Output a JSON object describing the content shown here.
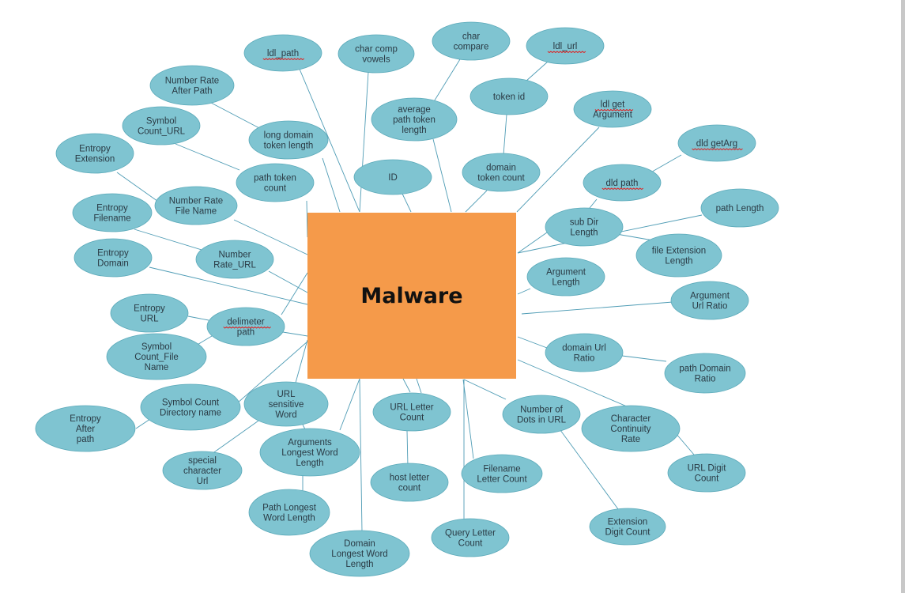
{
  "center": {
    "label": "Malware"
  },
  "colors": {
    "center_fill": "#f59a4a",
    "node_fill": "#7fc4d1",
    "node_stroke": "#5aa9b9",
    "edge": "#4f9cb5"
  },
  "nodes": [
    {
      "id": "ldl_path",
      "lines": [
        "ldl_path"
      ]
    },
    {
      "id": "char_comp_vowels",
      "lines": [
        "char comp",
        "vowels"
      ]
    },
    {
      "id": "char_compare",
      "lines": [
        "char",
        "compare"
      ]
    },
    {
      "id": "ldl_url",
      "lines": [
        "ldl_url"
      ]
    },
    {
      "id": "number_rate_after_path",
      "lines": [
        "Number Rate",
        "After Path"
      ]
    },
    {
      "id": "avg_path_token_length",
      "lines": [
        "average",
        "path token",
        "length"
      ]
    },
    {
      "id": "token_id",
      "lines": [
        "token id"
      ]
    },
    {
      "id": "ldl_get_argument",
      "lines": [
        "ldl get",
        "Argument"
      ]
    },
    {
      "id": "symbol_count_url",
      "lines": [
        "Symbol",
        "Count_URL"
      ]
    },
    {
      "id": "long_domain_token_length",
      "lines": [
        "long domain",
        "token length"
      ]
    },
    {
      "id": "entropy_extension",
      "lines": [
        "Entropy",
        "Extension"
      ]
    },
    {
      "id": "dld_getarg",
      "lines": [
        "dld getArg"
      ]
    },
    {
      "id": "id",
      "lines": [
        "ID"
      ]
    },
    {
      "id": "path_token_count",
      "lines": [
        "path token",
        "count"
      ]
    },
    {
      "id": "domain_token_count",
      "lines": [
        "domain",
        "token count"
      ]
    },
    {
      "id": "dld_path",
      "lines": [
        "dld path"
      ]
    },
    {
      "id": "number_rate_file_name",
      "lines": [
        "Number Rate",
        "File Name"
      ]
    },
    {
      "id": "entropy_filename",
      "lines": [
        "Entropy",
        "Filename"
      ]
    },
    {
      "id": "path_length",
      "lines": [
        "path Length"
      ]
    },
    {
      "id": "sub_dir_length",
      "lines": [
        "sub Dir",
        "Length"
      ]
    },
    {
      "id": "entropy_domain",
      "lines": [
        "Entropy",
        "Domain"
      ]
    },
    {
      "id": "number_rate_url",
      "lines": [
        "Number",
        "Rate_URL"
      ]
    },
    {
      "id": "file_extension_length",
      "lines": [
        "file Extension",
        "Length"
      ]
    },
    {
      "id": "argument_length",
      "lines": [
        "Argument",
        "Length"
      ]
    },
    {
      "id": "argument_url_ratio",
      "lines": [
        "Argument",
        "Url Ratio"
      ]
    },
    {
      "id": "entropy_url",
      "lines": [
        "Entropy",
        "URL"
      ]
    },
    {
      "id": "delimeter_path",
      "lines": [
        "delimeter",
        "path"
      ]
    },
    {
      "id": "domain_url_ratio",
      "lines": [
        "domain Url",
        "Ratio"
      ]
    },
    {
      "id": "symbol_count_file_name",
      "lines": [
        "Symbol",
        "Count_File",
        "Name"
      ]
    },
    {
      "id": "path_domain_ratio",
      "lines": [
        "path Domain",
        "Ratio"
      ]
    },
    {
      "id": "url_sensitive_word",
      "lines": [
        "URL",
        "sensitive",
        "Word"
      ]
    },
    {
      "id": "symbol_count_directory_name",
      "lines": [
        "Symbol Count",
        "Directory name"
      ]
    },
    {
      "id": "url_letter_count",
      "lines": [
        "URL Letter",
        "Count"
      ]
    },
    {
      "id": "number_of_dots_in_url",
      "lines": [
        "Number of",
        "Dots in URL"
      ]
    },
    {
      "id": "character_continuity_rate",
      "lines": [
        "Character",
        "Continuity",
        "Rate"
      ]
    },
    {
      "id": "entropy_after_path",
      "lines": [
        "Entropy",
        "After",
        "path"
      ]
    },
    {
      "id": "arguments_longest_word_length",
      "lines": [
        "Arguments",
        "Longest Word",
        "Length"
      ]
    },
    {
      "id": "special_character_url",
      "lines": [
        "special",
        "character",
        "Url"
      ]
    },
    {
      "id": "host_letter_count",
      "lines": [
        "host letter",
        "count"
      ]
    },
    {
      "id": "filename_letter_count",
      "lines": [
        "Filename",
        "Letter Count"
      ]
    },
    {
      "id": "url_digit_count",
      "lines": [
        "URL Digit",
        "Count"
      ]
    },
    {
      "id": "path_longest_word_length",
      "lines": [
        "Path Longest",
        "Word Length"
      ]
    },
    {
      "id": "query_letter_count",
      "lines": [
        "Query Letter",
        "Count"
      ]
    },
    {
      "id": "extension_digit_count",
      "lines": [
        "Extension",
        "Digit Count"
      ]
    },
    {
      "id": "domain_longest_word_length",
      "lines": [
        "Domain",
        "Longest Word",
        "Length"
      ]
    }
  ]
}
